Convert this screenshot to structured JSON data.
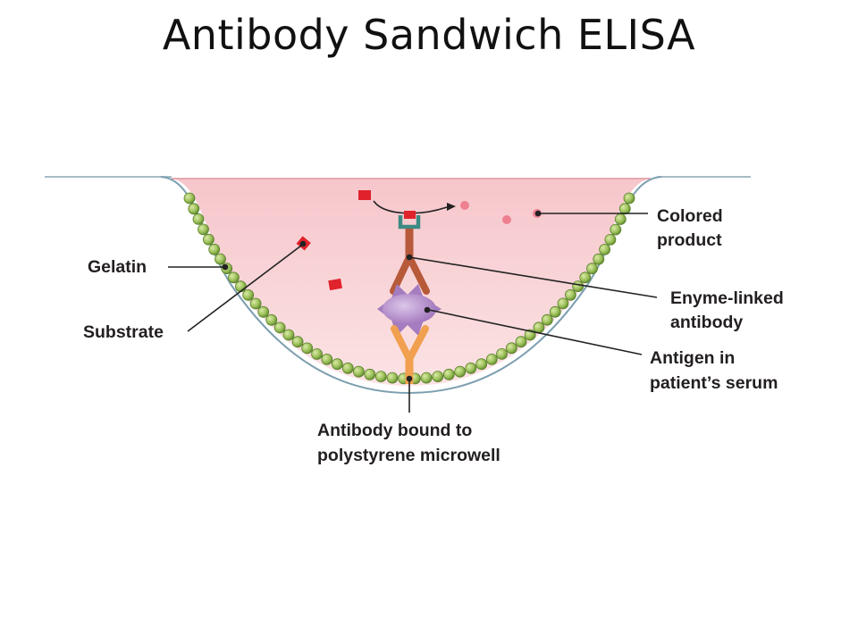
{
  "title": "Antibody Sandwich ELISA",
  "colors": {
    "well_fill": "#f8d3d6",
    "gelatin_bead": "#9cc05a",
    "substrate": "#e0222c",
    "colored_product": "#ee8090",
    "enzyme": "#3d8a83",
    "enzyme_antibody": "#b75a3a",
    "antigen": "#b48ec8",
    "capture_antibody": "#f0a04f"
  },
  "labels": {
    "gelatin": "Gelatin",
    "substrate": "Substrate",
    "colored_product": [
      "Colored",
      "product"
    ],
    "enzyme_antibody": [
      "Enyme-linked",
      "antibody"
    ],
    "antigen": [
      "Antigen in",
      "patient’s serum"
    ],
    "capture_antibody": [
      "Antibody bound to",
      "polystyrene microwell"
    ]
  },
  "icons": {
    "beads": "gelatin-bead-icon",
    "substrate": "substrate-square-icon",
    "product": "product-dot-icon",
    "enzyme": "enzyme-icon",
    "antigen": "antigen-icon",
    "antibody": "antibody-y-icon"
  }
}
